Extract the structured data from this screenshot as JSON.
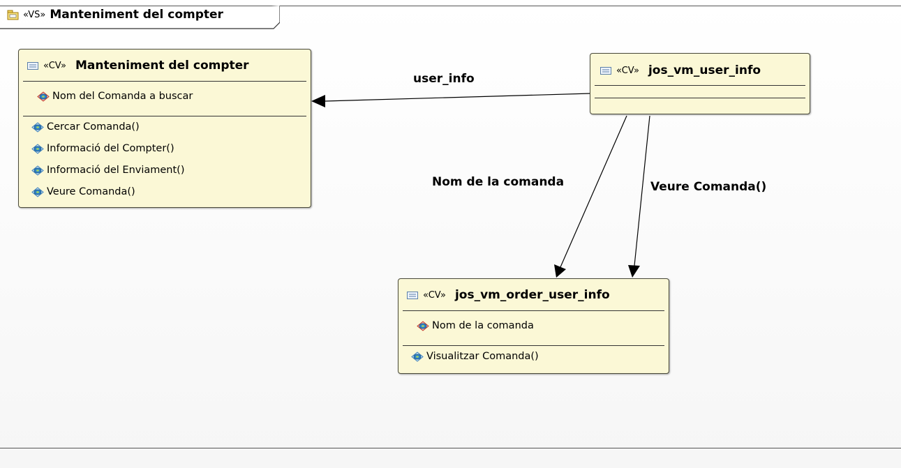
{
  "frame": {
    "stereotype": "«VS»",
    "name": "Manteniment del compter"
  },
  "classes": {
    "manteniment": {
      "stereotype": "«CV»",
      "name": "Manteniment del compter",
      "attributes": [
        "Nom del Comanda a buscar"
      ],
      "operations": [
        "Cercar Comanda()",
        "Informació del Compter()",
        "Informació del Enviament()",
        "Veure Comanda()"
      ]
    },
    "user_info": {
      "stereotype": "«CV»",
      "name": "jos_vm_user_info",
      "attributes": [],
      "operations": []
    },
    "order_user_info": {
      "stereotype": "«CV»",
      "name": "jos_vm_order_user_info",
      "attributes": [
        "Nom de la comanda"
      ],
      "operations": [
        "Visualitzar Comanda()"
      ]
    }
  },
  "connectors": {
    "user_info": "user_info",
    "nom_comanda": "Nom de la comanda",
    "veure_comanda": "Veure Comanda()"
  },
  "colors": {
    "class_fill": "#fbf8d6",
    "border": "#4a4a3a"
  }
}
